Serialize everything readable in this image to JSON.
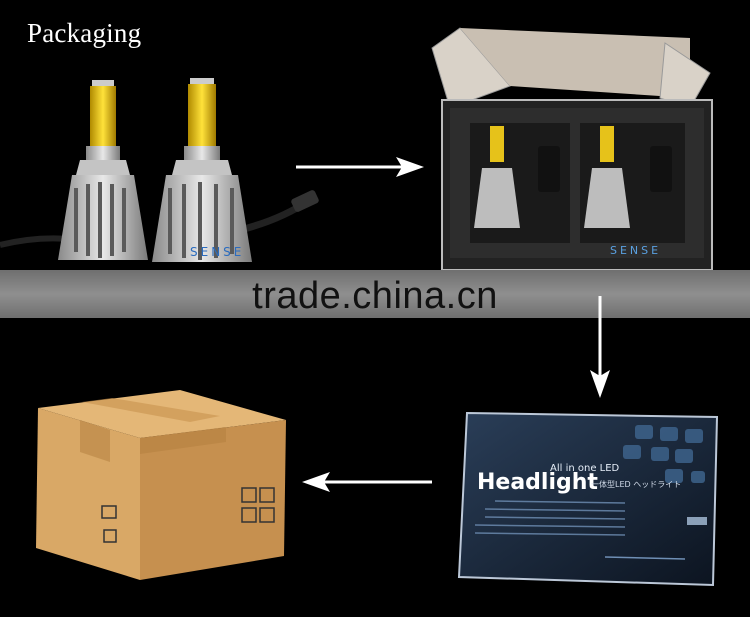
{
  "page": {
    "title": "Packaging",
    "watermark": "trade.china.cn"
  },
  "product": {
    "bulb_brand": "SENSE",
    "box": {
      "title": "Headlight",
      "subtitle": "All in one LED",
      "japanese_subtitle": "一体型LED ヘッドライト"
    }
  },
  "colors": {
    "background": "#000000",
    "banner": "#7f7f7f",
    "arrow": "#ffffff",
    "carton": "#d9a866",
    "gift_box": "#1a2a3d",
    "foam": "#2a2a2a"
  }
}
